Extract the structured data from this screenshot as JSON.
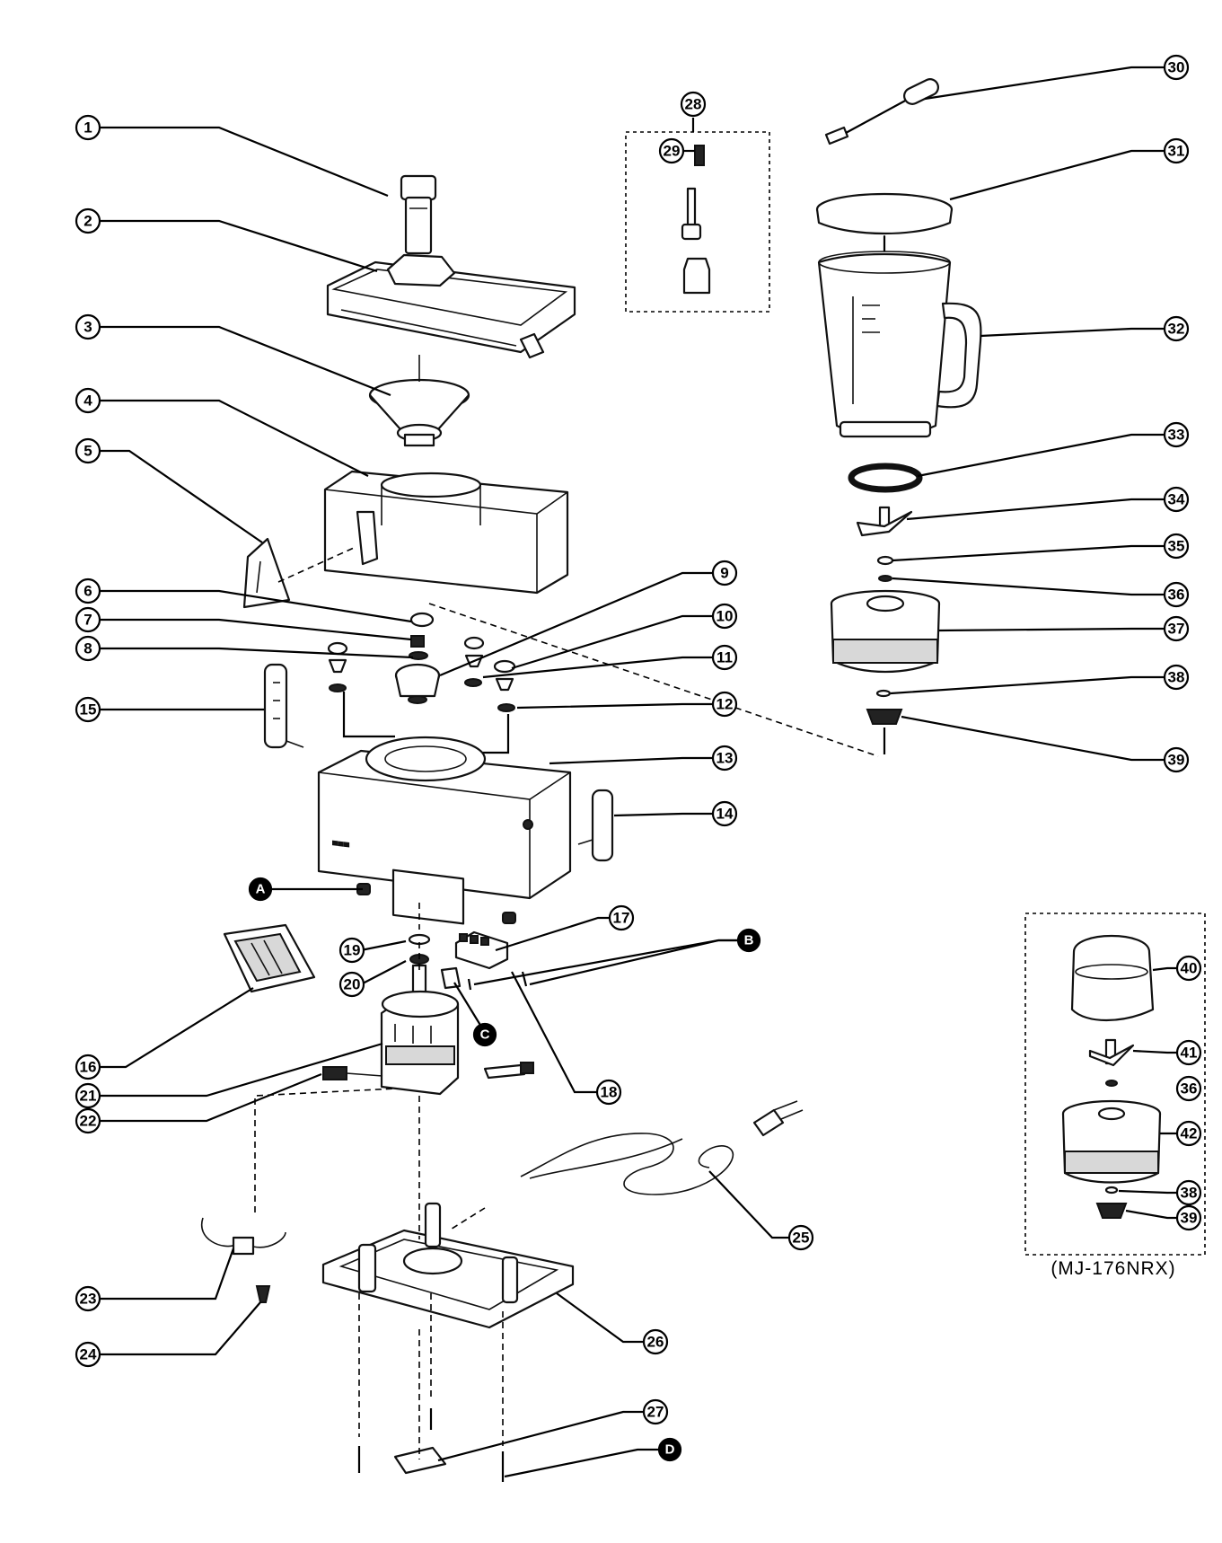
{
  "callouts": {
    "c1": "1",
    "c2": "2",
    "c3": "3",
    "c4": "4",
    "c5": "5",
    "c6": "6",
    "c7": "7",
    "c8": "8",
    "c9": "9",
    "c10": "10",
    "c11": "11",
    "c12": "12",
    "c13": "13",
    "c14": "14",
    "c15": "15",
    "c16": "16",
    "c17": "17",
    "c18": "18",
    "c19": "19",
    "c20": "20",
    "c21": "21",
    "c22": "22",
    "c23": "23",
    "c24": "24",
    "c25": "25",
    "c26": "26",
    "c27": "27",
    "c28": "28",
    "c29": "29",
    "c30": "30",
    "c31": "31",
    "c32": "32",
    "c33": "33",
    "c34": "34",
    "c35": "35",
    "c36": "36",
    "c37": "37",
    "c38": "38",
    "c39": "39",
    "c40": "40",
    "c41": "41",
    "c36b": "36",
    "c42": "42",
    "c38b": "38",
    "c39b": "39",
    "cA": "A",
    "cB": "B",
    "cC": "C",
    "cD": "D"
  },
  "model_caption": "(MJ-176NRX)"
}
